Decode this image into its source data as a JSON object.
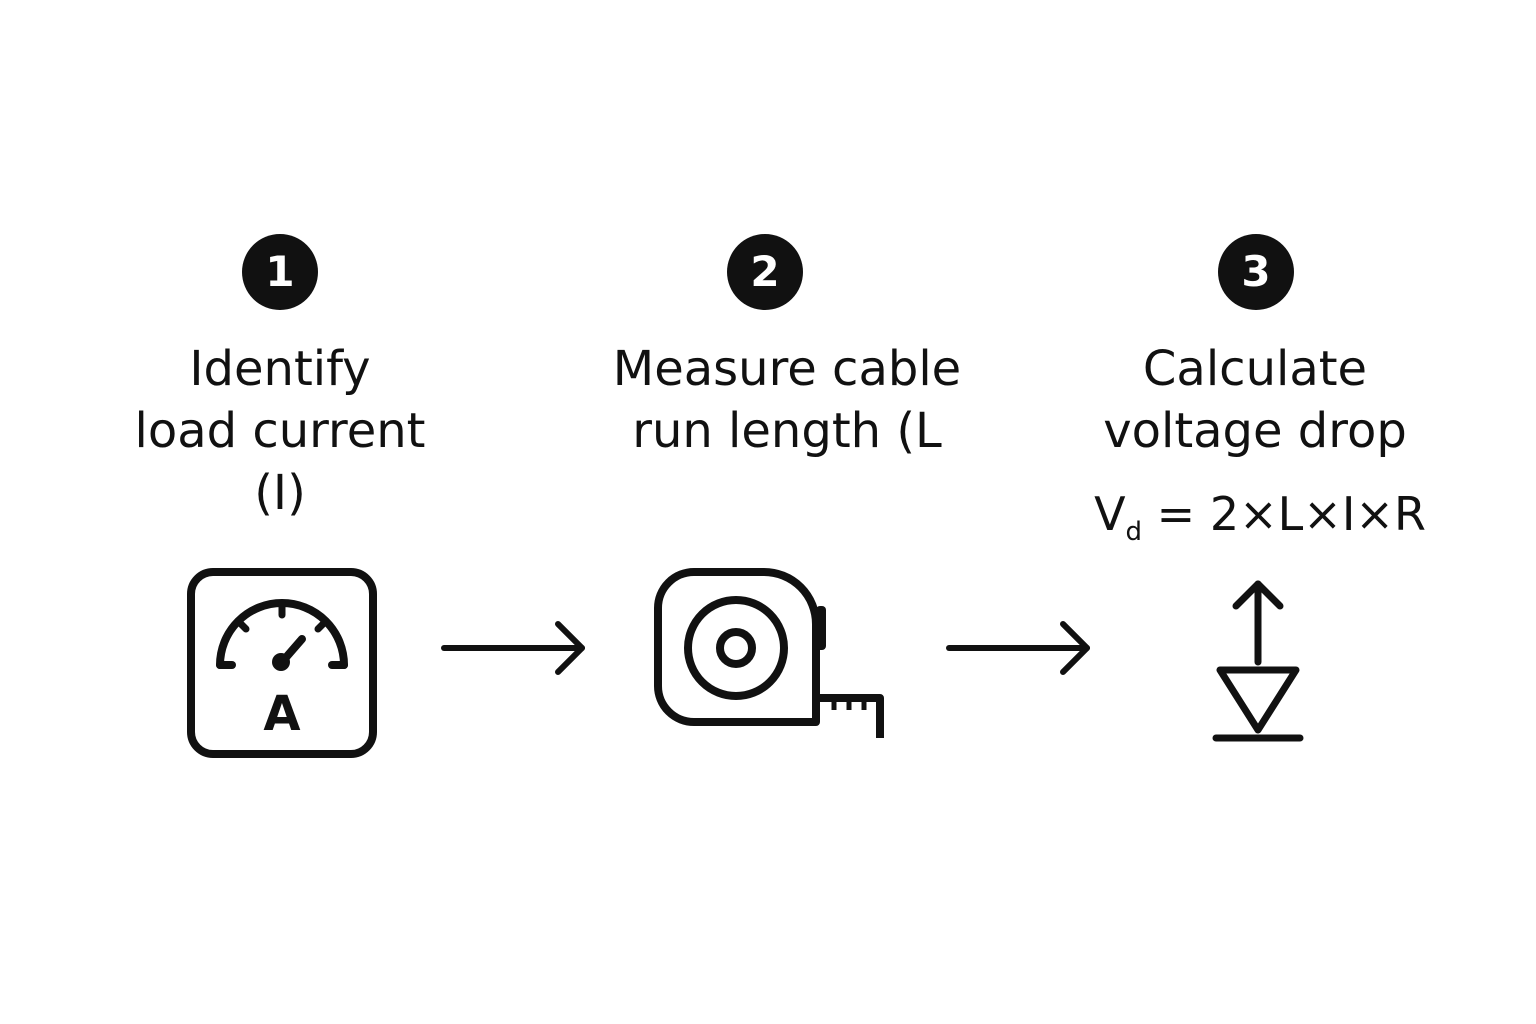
{
  "steps": [
    {
      "number": "1",
      "title_lines": [
        "Identify",
        "load current",
        "(I)"
      ],
      "icon": "ammeter-icon",
      "icon_label": "A"
    },
    {
      "number": "2",
      "title_lines": [
        "Measure cable",
        "run length (L"
      ],
      "icon": "tape-measure-icon"
    },
    {
      "number": "3",
      "title_lines": [
        "Calculate",
        "voltage drop"
      ],
      "icon": "voltage-drop-icon"
    }
  ],
  "formula": {
    "lhs": "V",
    "lhs_subscript": "d",
    "rhs": " = 2×L×I×R"
  },
  "colors": {
    "ink": "#111111",
    "background": "#ffffff"
  }
}
